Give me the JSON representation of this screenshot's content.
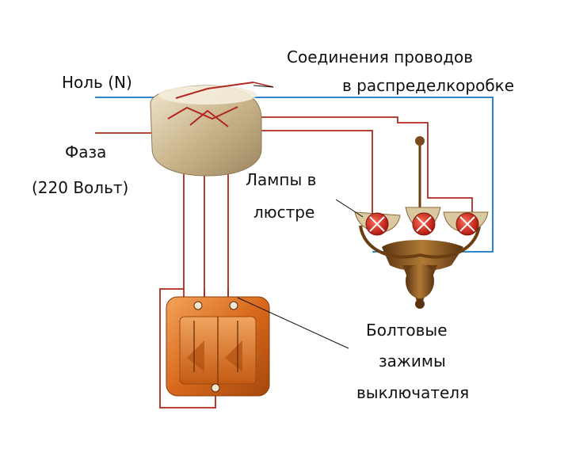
{
  "labels": {
    "neutral": "Ноль (N)",
    "phase_line1": "Фаза",
    "phase_line2": "(220 Вольт)",
    "junction_line1": "Соединения проводов",
    "junction_line2": "в распределкоробке",
    "lamps_line1": "Лампы в",
    "lamps_line2": "люстре",
    "terminals_line1": "Болтовые",
    "terminals_line2": "зажимы",
    "terminals_line3": "выключателя"
  },
  "colors": {
    "neutral_wire": "#2f86c8",
    "phase_wire": "#c0392b",
    "box": "#c9b48a",
    "switch_body": "#d86a1c",
    "chandelier": "#7a4a1c",
    "bulb": "#c0221a"
  },
  "icons": {
    "junction_box": "junction-box-icon",
    "chandelier": "chandelier-icon",
    "switch": "double-switch-icon"
  }
}
